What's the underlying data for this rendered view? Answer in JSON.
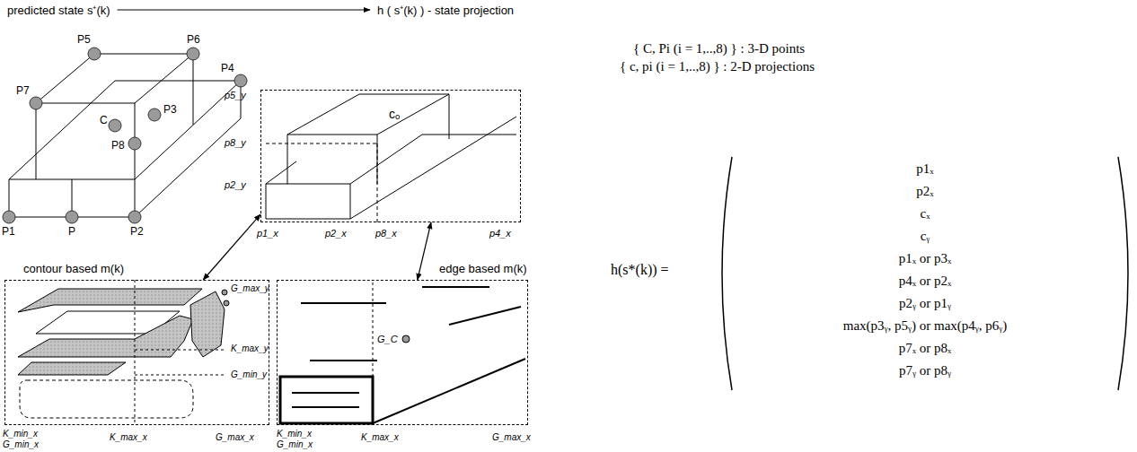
{
  "diagram": {
    "nodes": [
      {
        "text": [
          "predicted state s⁺(k)"
        ]
      },
      {
        "text": [
          "h ( s⁺(k) ) - state projection"
        ]
      },
      {
        "text": [
          "cₒ"
        ]
      },
      {
        "text": [
          "contour based m(k)"
        ]
      },
      {
        "text": [
          "edge based m(k)"
        ]
      }
    ],
    "edges": [
      {
        "from": 0,
        "to": 1,
        "arrow": "to"
      },
      {
        "from": 3,
        "to": 2,
        "arrow": "both"
      },
      {
        "from": 4,
        "to": 2,
        "arrow": "both"
      }
    ],
    "labels": [
      "P5",
      "P6",
      "P4",
      "P7",
      "C",
      "P3",
      "P8",
      "P1",
      "P",
      "P2",
      "p5_y",
      "p8_y",
      "p2_y",
      "p1_x",
      "p2_x",
      "p8_x",
      "p4_x",
      "G_max_y",
      "K_max_y",
      "G_min_y",
      "K_min_x",
      "G_min_x",
      "K_max_x",
      "G_max_x",
      "G_C",
      "K_min_x",
      "G_min_x",
      "K_max_x",
      "G_max_x",
      "{ C, Pi (i = 1,..,8) } : 3-D points",
      "{ c, pi (i = 1,..,8) } : 2-D projections",
      "h(s*(k)) =",
      "p1ₓ",
      "p2ₓ",
      "cₓ",
      "cᵧ",
      "p1ₓ or p3ₓ",
      "p4ₓ or p2ₓ",
      "p2ᵧ or p1ᵧ",
      "max(p3ᵧ, p5ᵧ) or max(p4ᵧ, p6ᵧ)",
      "p7ₓ or p8ₓ",
      "p7ᵧ or p8ᵧ"
    ]
  }
}
